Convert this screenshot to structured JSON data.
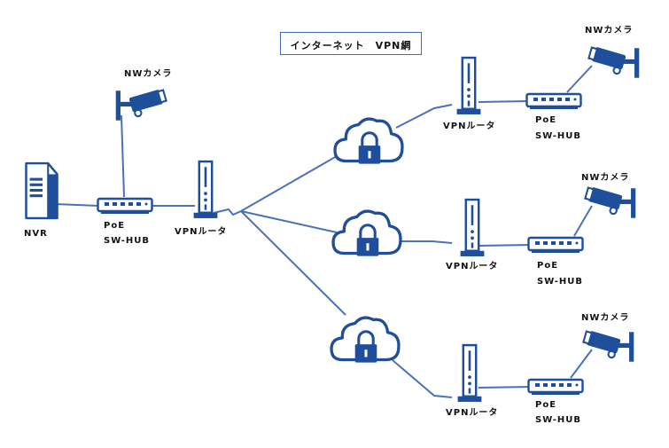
{
  "title": "インターネット　VPN網",
  "labels": {
    "nvr": "NVR",
    "poe": "PoE",
    "sw_hub": "SW-HUB",
    "vpn_router": "VPNルータ",
    "nw_camera": "NWカメラ"
  },
  "colors": {
    "line": "#4a72b8",
    "device": "#1f4e9c",
    "device_fill": "#ffffff",
    "title_border": "#3f6db5"
  },
  "icons": [
    "nvr-icon",
    "poe-switch-icon",
    "router-icon",
    "camera-icon",
    "cloud-lock-icon"
  ]
}
